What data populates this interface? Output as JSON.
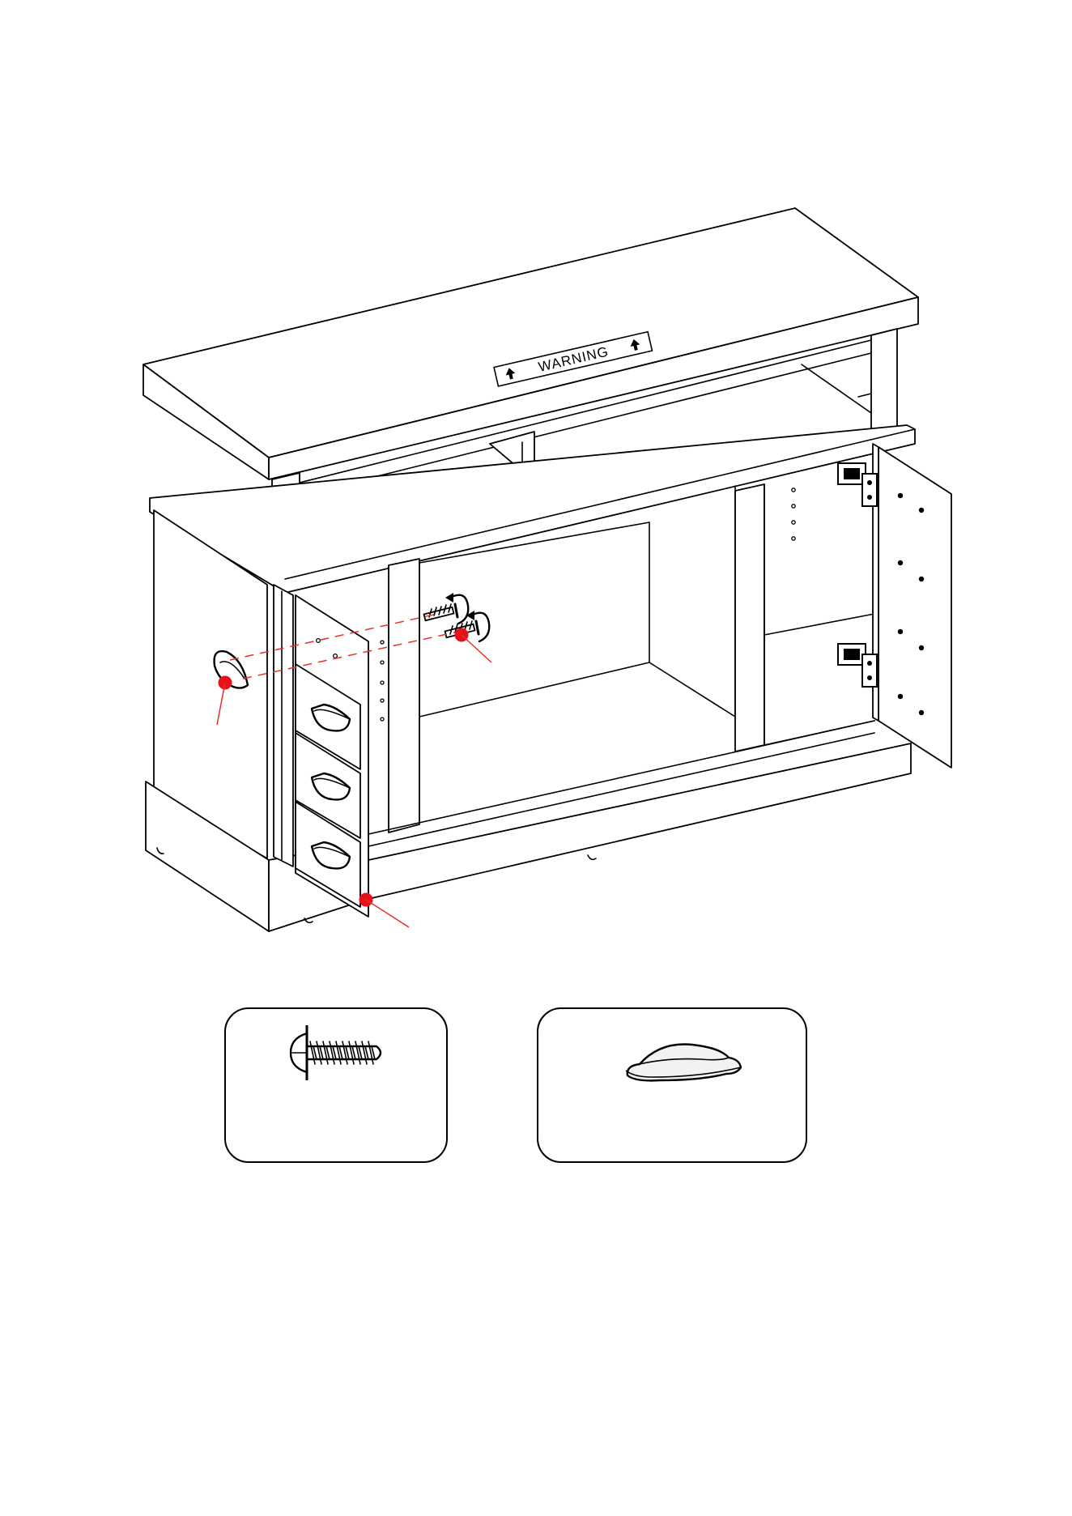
{
  "warning_label": {
    "text": "WARNING"
  },
  "colors": {
    "callout_red": "#e8111a",
    "line": "#000000",
    "background": "#ffffff"
  },
  "parts": [
    {
      "id": "screw",
      "icon": "screw-icon"
    },
    {
      "id": "cup-handle",
      "icon": "cup-handle-icon"
    }
  ]
}
